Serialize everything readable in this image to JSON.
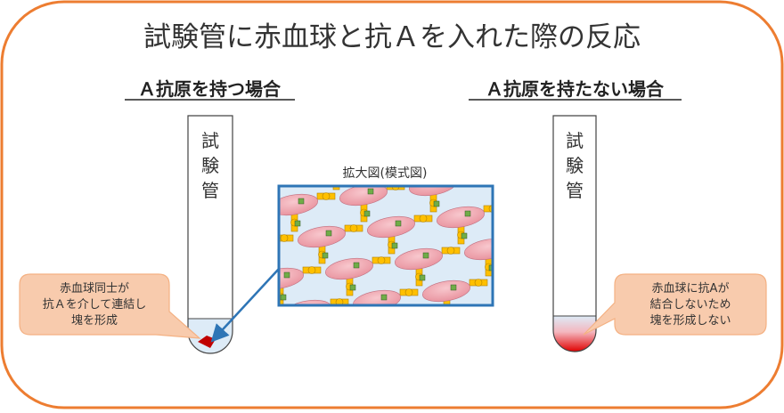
{
  "title": "試験管に赤血球と抗Ａを入れた際の反応",
  "left": {
    "heading": "Ａ抗原を持つ場合",
    "tube_label": [
      "試",
      "験",
      "管"
    ],
    "callout": [
      "赤血球同士が",
      "抗Ａを介して連結し",
      "塊を形成"
    ]
  },
  "right": {
    "heading": "Ａ抗原を持たない場合",
    "tube_label": [
      "試",
      "験",
      "管"
    ],
    "callout": [
      "赤血球に抗Aが",
      "結合しないため",
      "塊を形成しない"
    ]
  },
  "zoom_label": "拡大図(模式図)",
  "colors": {
    "frame": "#ED7D31",
    "callout_fill": "#F8CBAD",
    "callout_stroke": "#F4B183",
    "zoom_border": "#2E75B6",
    "liquid": "#DDEBF7",
    "clump": "#C00000",
    "cell": "#F4B6BE",
    "antibody": "#FFC000",
    "antigen": "#70AD47"
  }
}
